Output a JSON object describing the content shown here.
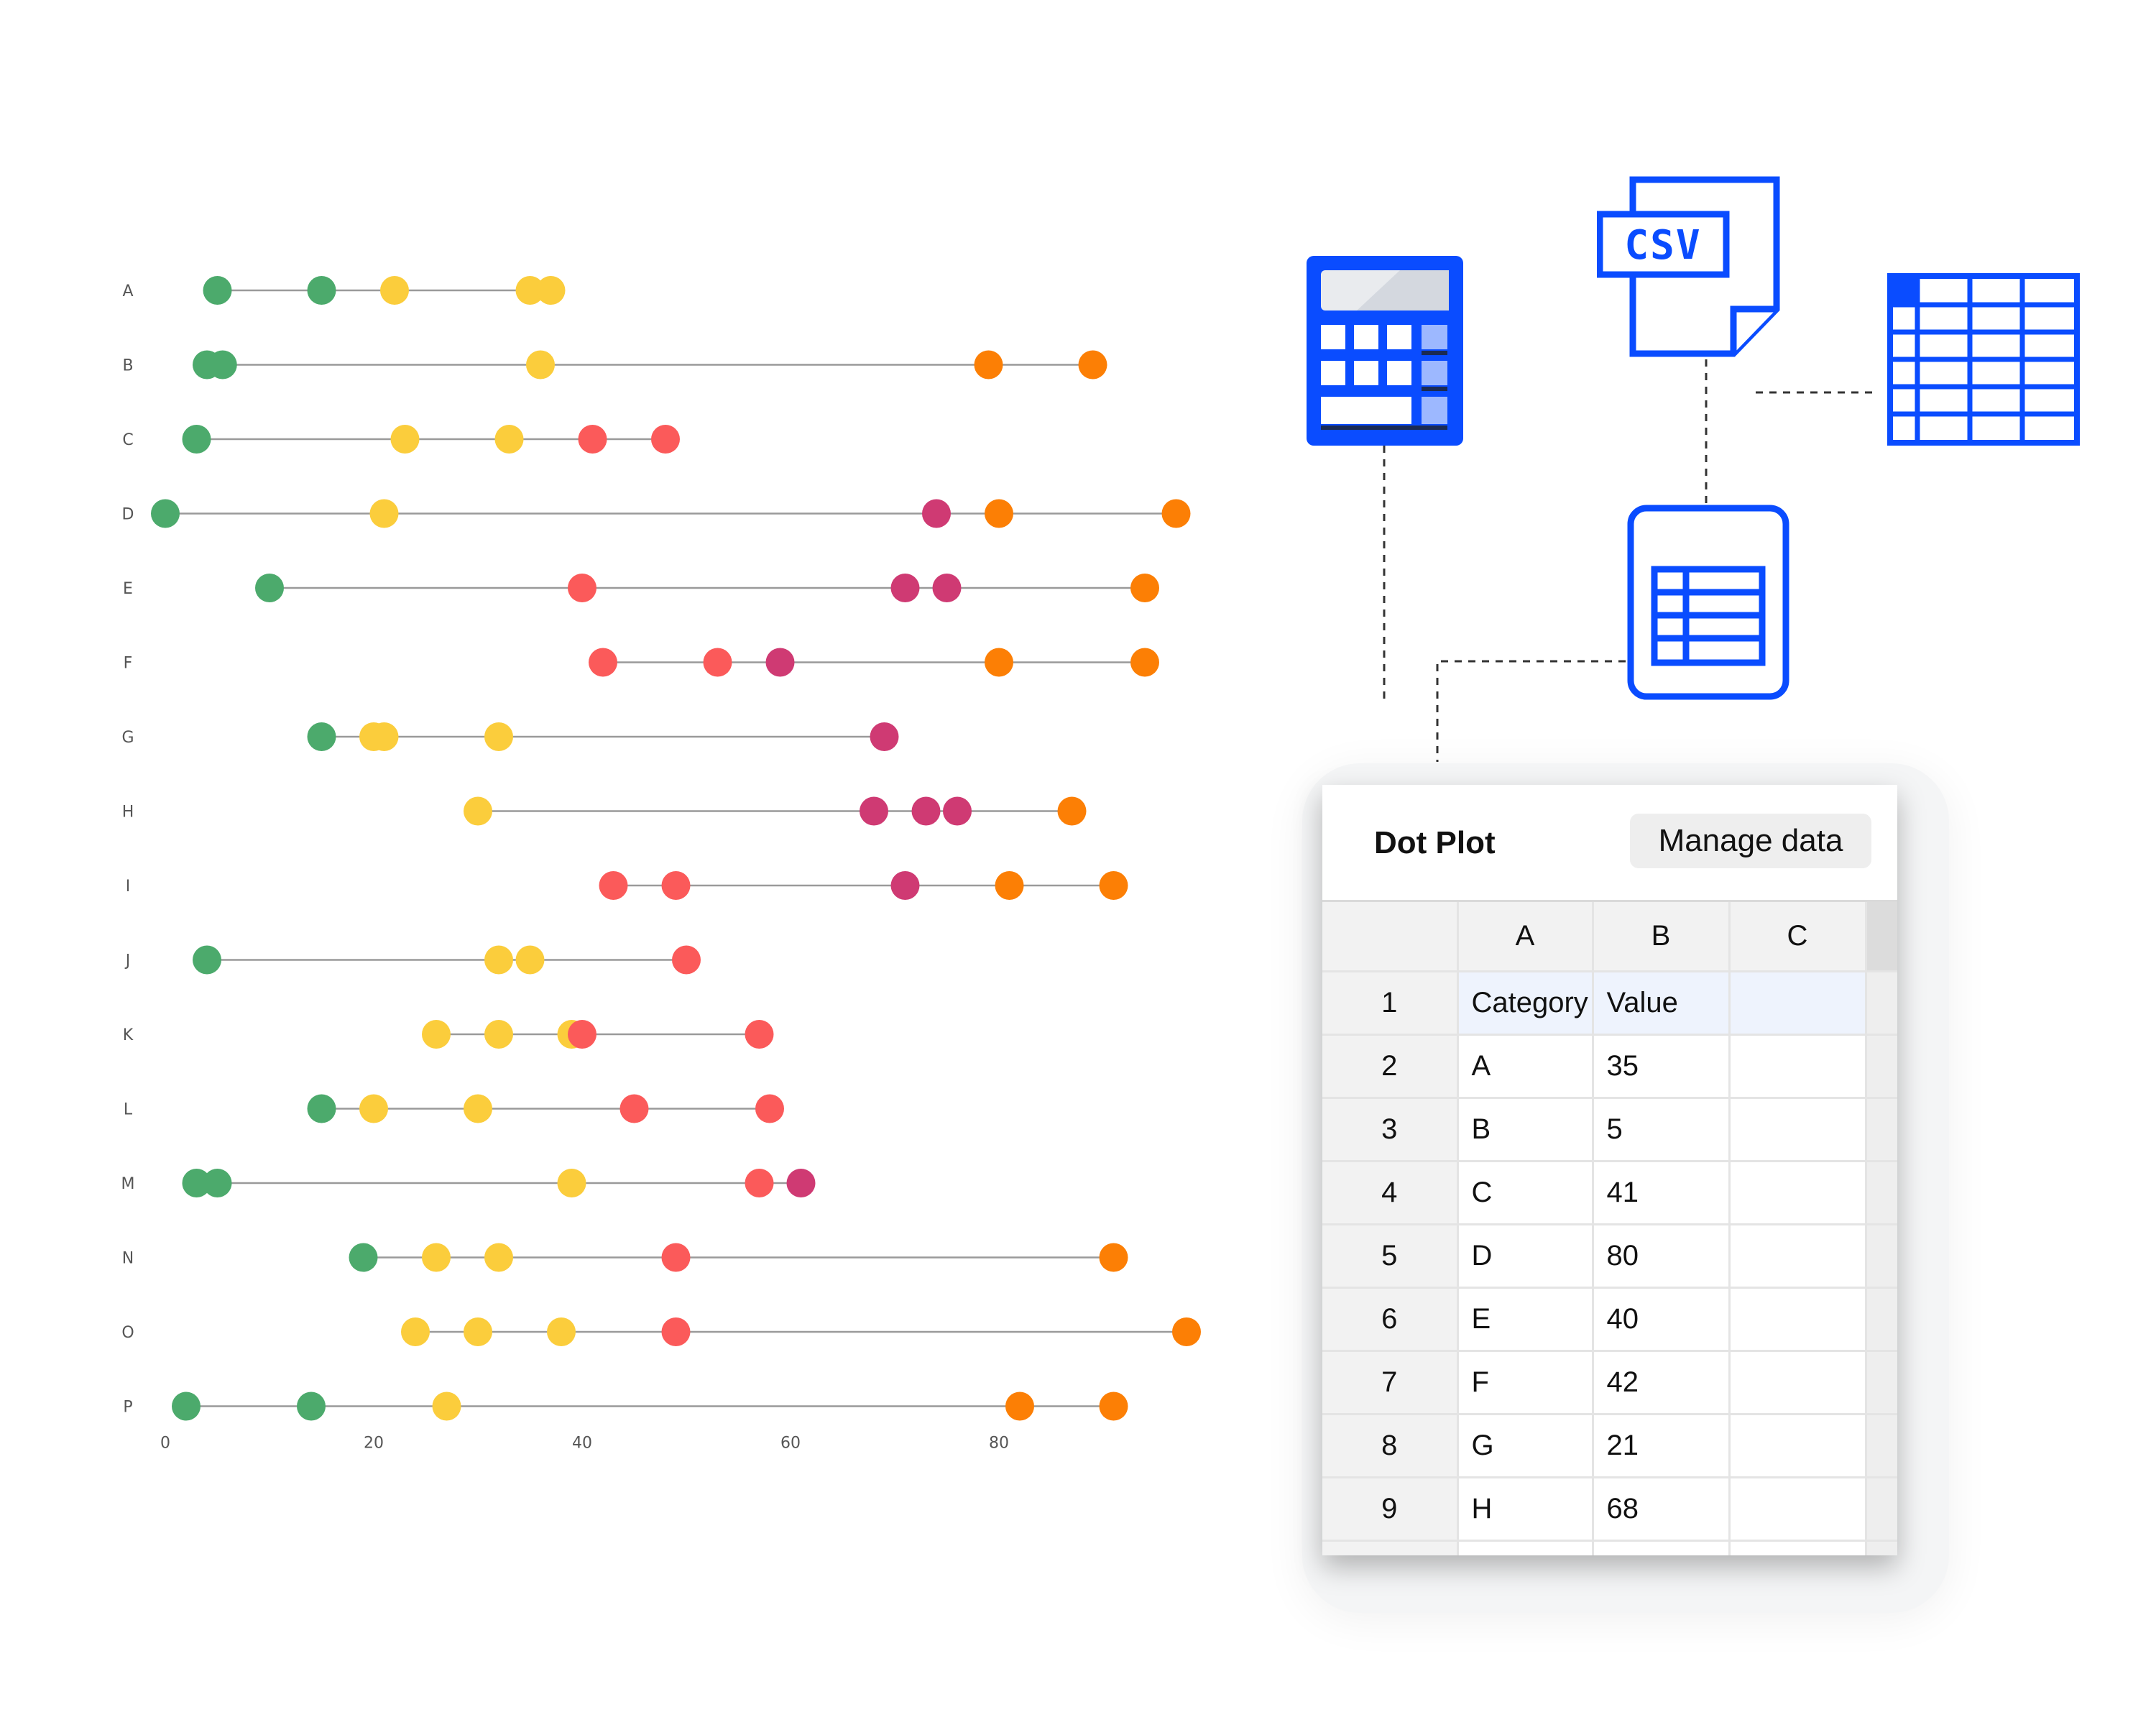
{
  "chart_data": {
    "type": "scatter",
    "subtype": "dot-plot",
    "categories": [
      "A",
      "B",
      "C",
      "D",
      "E",
      "F",
      "G",
      "H",
      "I",
      "J",
      "K",
      "L",
      "M",
      "N",
      "O",
      "P"
    ],
    "xticks": [
      0,
      20,
      40,
      60,
      80
    ],
    "xlim": [
      0,
      100
    ],
    "colors": {
      "green": "#4caa6c",
      "yellow": "#fbcd3c",
      "red": "#fb5a5a",
      "magenta": "#cf3a73",
      "orange": "#fc7f05"
    },
    "rows": [
      {
        "category": "A",
        "points": [
          {
            "x": 5,
            "c": "green"
          },
          {
            "x": 15,
            "c": "green"
          },
          {
            "x": 22,
            "c": "yellow"
          },
          {
            "x": 35,
            "c": "yellow"
          },
          {
            "x": 37,
            "c": "yellow"
          }
        ]
      },
      {
        "category": "B",
        "points": [
          {
            "x": 4,
            "c": "green"
          },
          {
            "x": 5.5,
            "c": "green"
          },
          {
            "x": 36,
            "c": "yellow"
          },
          {
            "x": 79,
            "c": "orange"
          },
          {
            "x": 89,
            "c": "orange"
          }
        ]
      },
      {
        "category": "C",
        "points": [
          {
            "x": 3,
            "c": "green"
          },
          {
            "x": 23,
            "c": "yellow"
          },
          {
            "x": 33,
            "c": "yellow"
          },
          {
            "x": 41,
            "c": "red"
          },
          {
            "x": 48,
            "c": "red"
          }
        ]
      },
      {
        "category": "D",
        "points": [
          {
            "x": 0,
            "c": "green"
          },
          {
            "x": 21,
            "c": "yellow"
          },
          {
            "x": 74,
            "c": "magenta"
          },
          {
            "x": 80,
            "c": "orange"
          },
          {
            "x": 97,
            "c": "orange"
          }
        ]
      },
      {
        "category": "E",
        "points": [
          {
            "x": 10,
            "c": "green"
          },
          {
            "x": 40,
            "c": "red"
          },
          {
            "x": 71,
            "c": "magenta"
          },
          {
            "x": 75,
            "c": "magenta"
          },
          {
            "x": 94,
            "c": "orange"
          }
        ]
      },
      {
        "category": "F",
        "points": [
          {
            "x": 42,
            "c": "red"
          },
          {
            "x": 53,
            "c": "red"
          },
          {
            "x": 59,
            "c": "magenta"
          },
          {
            "x": 80,
            "c": "orange"
          },
          {
            "x": 94,
            "c": "orange"
          }
        ]
      },
      {
        "category": "G",
        "points": [
          {
            "x": 15,
            "c": "green"
          },
          {
            "x": 20,
            "c": "yellow"
          },
          {
            "x": 21,
            "c": "yellow"
          },
          {
            "x": 32,
            "c": "yellow"
          },
          {
            "x": 69,
            "c": "magenta"
          }
        ]
      },
      {
        "category": "H",
        "points": [
          {
            "x": 30,
            "c": "yellow"
          },
          {
            "x": 68,
            "c": "magenta"
          },
          {
            "x": 73,
            "c": "magenta"
          },
          {
            "x": 76,
            "c": "magenta"
          },
          {
            "x": 87,
            "c": "orange"
          }
        ]
      },
      {
        "category": "I",
        "points": [
          {
            "x": 43,
            "c": "red"
          },
          {
            "x": 49,
            "c": "red"
          },
          {
            "x": 71,
            "c": "magenta"
          },
          {
            "x": 81,
            "c": "orange"
          },
          {
            "x": 91,
            "c": "orange"
          }
        ]
      },
      {
        "category": "J",
        "points": [
          {
            "x": 4,
            "c": "green"
          },
          {
            "x": 32,
            "c": "yellow"
          },
          {
            "x": 35,
            "c": "yellow"
          },
          {
            "x": 50,
            "c": "red"
          }
        ]
      },
      {
        "category": "K",
        "points": [
          {
            "x": 26,
            "c": "yellow"
          },
          {
            "x": 32,
            "c": "yellow"
          },
          {
            "x": 39,
            "c": "yellow"
          },
          {
            "x": 40,
            "c": "red"
          },
          {
            "x": 57,
            "c": "red"
          }
        ]
      },
      {
        "category": "L",
        "points": [
          {
            "x": 15,
            "c": "green"
          },
          {
            "x": 20,
            "c": "yellow"
          },
          {
            "x": 30,
            "c": "yellow"
          },
          {
            "x": 45,
            "c": "red"
          },
          {
            "x": 58,
            "c": "red"
          }
        ]
      },
      {
        "category": "M",
        "points": [
          {
            "x": 3,
            "c": "green"
          },
          {
            "x": 5,
            "c": "green"
          },
          {
            "x": 39,
            "c": "yellow"
          },
          {
            "x": 57,
            "c": "red"
          },
          {
            "x": 61,
            "c": "magenta"
          }
        ]
      },
      {
        "category": "N",
        "points": [
          {
            "x": 19,
            "c": "green"
          },
          {
            "x": 26,
            "c": "yellow"
          },
          {
            "x": 32,
            "c": "yellow"
          },
          {
            "x": 49,
            "c": "red"
          },
          {
            "x": 91,
            "c": "orange"
          }
        ]
      },
      {
        "category": "O",
        "points": [
          {
            "x": 24,
            "c": "yellow"
          },
          {
            "x": 30,
            "c": "yellow"
          },
          {
            "x": 38,
            "c": "yellow"
          },
          {
            "x": 49,
            "c": "red"
          },
          {
            "x": 98,
            "c": "orange"
          }
        ]
      },
      {
        "category": "P",
        "points": [
          {
            "x": 2,
            "c": "green"
          },
          {
            "x": 14,
            "c": "green"
          },
          {
            "x": 27,
            "c": "yellow"
          },
          {
            "x": 82,
            "c": "orange"
          },
          {
            "x": 91,
            "c": "orange"
          }
        ]
      }
    ]
  },
  "icons": {
    "calculator": "calculator-icon",
    "csv": "csv-file-icon",
    "csv_label": "CSV",
    "grid": "spreadsheet-grid-icon",
    "sheet": "spreadsheet-file-icon",
    "color": "#0a4cff"
  },
  "panel": {
    "title": "Dot Plot",
    "manage_button": "Manage data",
    "columns": [
      "A",
      "B",
      "C"
    ],
    "rows": [
      {
        "num": "1",
        "a": "Category",
        "b": "Value",
        "c": ""
      },
      {
        "num": "2",
        "a": "A",
        "b": "35",
        "c": ""
      },
      {
        "num": "3",
        "a": "B",
        "b": "5",
        "c": ""
      },
      {
        "num": "4",
        "a": "C",
        "b": "41",
        "c": ""
      },
      {
        "num": "5",
        "a": "D",
        "b": "80",
        "c": ""
      },
      {
        "num": "6",
        "a": "E",
        "b": "40",
        "c": ""
      },
      {
        "num": "7",
        "a": "F",
        "b": "42",
        "c": ""
      },
      {
        "num": "8",
        "a": "G",
        "b": "21",
        "c": ""
      },
      {
        "num": "9",
        "a": "H",
        "b": "68",
        "c": ""
      }
    ]
  }
}
